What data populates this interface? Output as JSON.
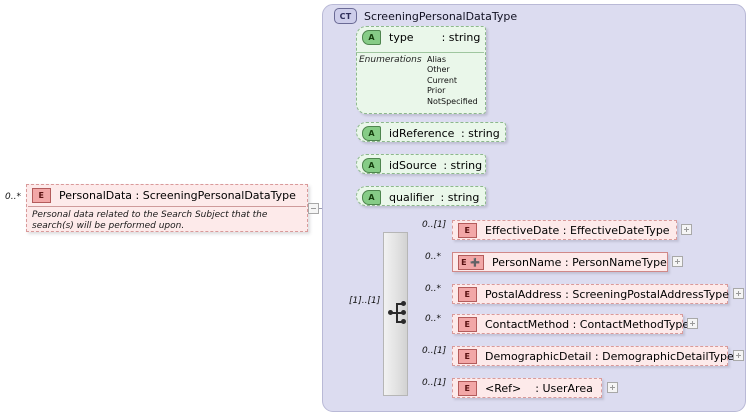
{
  "diagram": {
    "kind": "xsd-schema-diagram",
    "complex_type": {
      "badge": "CT",
      "badge_icon_name": "complex-type-icon",
      "title": "ScreeningPersonalDataType"
    },
    "root_element": {
      "badge": "E",
      "badge_icon_name": "element-icon",
      "name": "PersonalData",
      "separator": ":",
      "type": "ScreeningPersonalDataType",
      "cardinality": "0..*",
      "documentation": "Personal data related to the Search Subject that the search(s) will be performed upon.",
      "collapse_icon_name": "collapse-minus-icon"
    },
    "attributes": [
      {
        "badge": "A",
        "name": "type",
        "separator": ":",
        "type": "string",
        "enumerations_label": "Enumerations",
        "enumerations": [
          "Alias",
          "Other",
          "Current",
          "Prior",
          "NotSpecified"
        ]
      },
      {
        "badge": "A",
        "name": "idReference",
        "separator": ":",
        "type": "string"
      },
      {
        "badge": "A",
        "name": "idSource",
        "separator": ":",
        "type": "string"
      },
      {
        "badge": "A",
        "name": "qualifier",
        "separator": ":",
        "type": "string"
      }
    ],
    "compositor": {
      "kind": "sequence",
      "icon_name": "sequence-compositor-icon",
      "cardinality": "[1]..[1]"
    },
    "children": [
      {
        "cardinality": "0..[1]",
        "badge": "E",
        "badge_icon_name": "element-icon",
        "name": "EffectiveDate",
        "separator": ":",
        "type": "EffectiveDateType",
        "has_expander": true,
        "expander_icon_name": "expand-plus-icon"
      },
      {
        "cardinality": "0..*",
        "badge": "E",
        "badge_icon_name": "element-substitution-group-icon",
        "name": "PersonName",
        "separator": ":",
        "type": "PersonNameType",
        "has_expander": true,
        "expander_icon_name": "expand-plus-icon"
      },
      {
        "cardinality": "0..*",
        "badge": "E",
        "badge_icon_name": "element-icon",
        "name": "PostalAddress",
        "separator": ":",
        "type": "ScreeningPostalAddressType",
        "has_expander": true,
        "expander_icon_name": "expand-plus-icon"
      },
      {
        "cardinality": "0..*",
        "badge": "E",
        "badge_icon_name": "element-icon",
        "name": "ContactMethod",
        "separator": ":",
        "type": "ContactMethodType",
        "has_expander": true,
        "expander_icon_name": "expand-plus-icon"
      },
      {
        "cardinality": "0..[1]",
        "badge": "E",
        "badge_icon_name": "element-icon",
        "name": "DemographicDetail",
        "separator": ":",
        "type": "DemographicDetailType",
        "has_expander": true,
        "expander_icon_name": "expand-plus-icon"
      },
      {
        "cardinality": "0..[1]",
        "badge": "E",
        "badge_icon_name": "element-reference-icon",
        "name": "<Ref>",
        "separator": ":",
        "type": "UserArea",
        "has_expander": true,
        "expander_icon_name": "expand-plus-icon"
      }
    ],
    "colors": {
      "container_fill": "#dcdcf0",
      "element_fill": "#fdeaea",
      "attribute_fill": "#eaf7ea",
      "line": "#9a9ab0"
    }
  }
}
